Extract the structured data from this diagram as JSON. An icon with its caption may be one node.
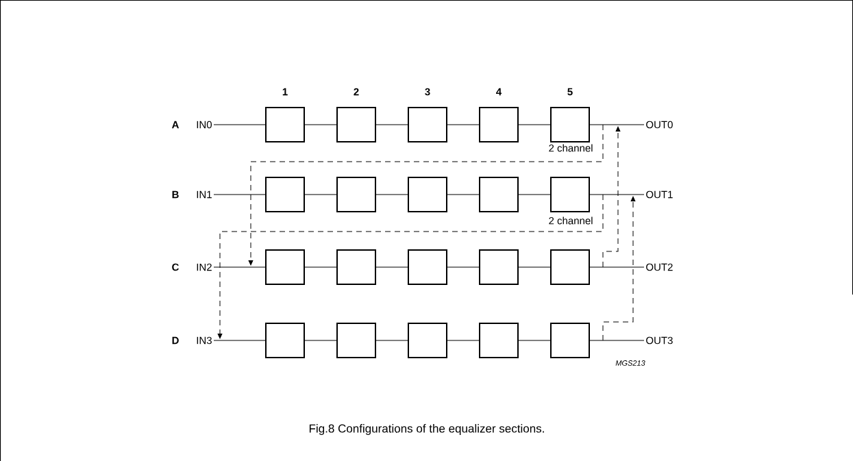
{
  "diagram": {
    "caption": "Fig.8  Configurations of the equalizer sections.",
    "nodes": [
      {
        "text": [
          "IN0"
        ]
      },
      {
        "text": [],
        "shape": "box"
      },
      {
        "text": [],
        "shape": "box"
      },
      {
        "text": [],
        "shape": "box"
      },
      {
        "text": [],
        "shape": "box"
      },
      {
        "text": [],
        "shape": "box"
      },
      {
        "text": [
          "OUT0"
        ]
      },
      {
        "text": [
          "IN1"
        ]
      },
      {
        "text": [],
        "shape": "box"
      },
      {
        "text": [],
        "shape": "box"
      },
      {
        "text": [],
        "shape": "box"
      },
      {
        "text": [],
        "shape": "box"
      },
      {
        "text": [],
        "shape": "box"
      },
      {
        "text": [
          "OUT1"
        ]
      },
      {
        "text": [
          "IN2"
        ]
      },
      {
        "text": [],
        "shape": "box"
      },
      {
        "text": [],
        "shape": "box"
      },
      {
        "text": [],
        "shape": "box"
      },
      {
        "text": [],
        "shape": "box"
      },
      {
        "text": [],
        "shape": "box"
      },
      {
        "text": [
          "OUT2"
        ]
      },
      {
        "text": [
          "IN3"
        ]
      },
      {
        "text": [],
        "shape": "box"
      },
      {
        "text": [],
        "shape": "box"
      },
      {
        "text": [],
        "shape": "box"
      },
      {
        "text": [],
        "shape": "box"
      },
      {
        "text": [],
        "shape": "box"
      },
      {
        "text": [
          "OUT3"
        ]
      }
    ],
    "edges": [
      {
        "from": 0,
        "to": 1,
        "arrow": "none"
      },
      {
        "from": 1,
        "to": 2,
        "arrow": "none"
      },
      {
        "from": 2,
        "to": 3,
        "arrow": "none"
      },
      {
        "from": 3,
        "to": 4,
        "arrow": "none"
      },
      {
        "from": 4,
        "to": 5,
        "arrow": "none"
      },
      {
        "from": 5,
        "to": 6,
        "arrow": "none"
      },
      {
        "from": 7,
        "to": 8,
        "arrow": "none"
      },
      {
        "from": 8,
        "to": 9,
        "arrow": "none"
      },
      {
        "from": 9,
        "to": 10,
        "arrow": "none"
      },
      {
        "from": 10,
        "to": 11,
        "arrow": "none"
      },
      {
        "from": 11,
        "to": 12,
        "arrow": "none"
      },
      {
        "from": 12,
        "to": 13,
        "arrow": "none"
      },
      {
        "from": 14,
        "to": 15,
        "arrow": "none"
      },
      {
        "from": 15,
        "to": 16,
        "arrow": "none"
      },
      {
        "from": 16,
        "to": 17,
        "arrow": "none"
      },
      {
        "from": 17,
        "to": 18,
        "arrow": "none"
      },
      {
        "from": 18,
        "to": 19,
        "arrow": "none"
      },
      {
        "from": 19,
        "to": 20,
        "arrow": "none"
      },
      {
        "from": 21,
        "to": 22,
        "arrow": "none"
      },
      {
        "from": 22,
        "to": 23,
        "arrow": "none"
      },
      {
        "from": 23,
        "to": 24,
        "arrow": "none"
      },
      {
        "from": 24,
        "to": 25,
        "arrow": "none"
      },
      {
        "from": 25,
        "to": 26,
        "arrow": "none"
      },
      {
        "from": 26,
        "to": 27,
        "arrow": "none"
      },
      {
        "from": null,
        "to": 15,
        "arrow": "to",
        "style": "dashed"
      },
      {
        "from": null,
        "to": 21,
        "arrow": "to",
        "style": "dashed"
      },
      {
        "from": null,
        "to": 6,
        "arrow": "to",
        "style": "dashed"
      },
      {
        "from": null,
        "to": 13,
        "arrow": "to",
        "style": "dashed"
      }
    ],
    "labels": [
      "1",
      "2",
      "3",
      "4",
      "5",
      "A",
      "2 channel",
      "B",
      "2 channel",
      "C",
      "D",
      "MGS213"
    ]
  }
}
